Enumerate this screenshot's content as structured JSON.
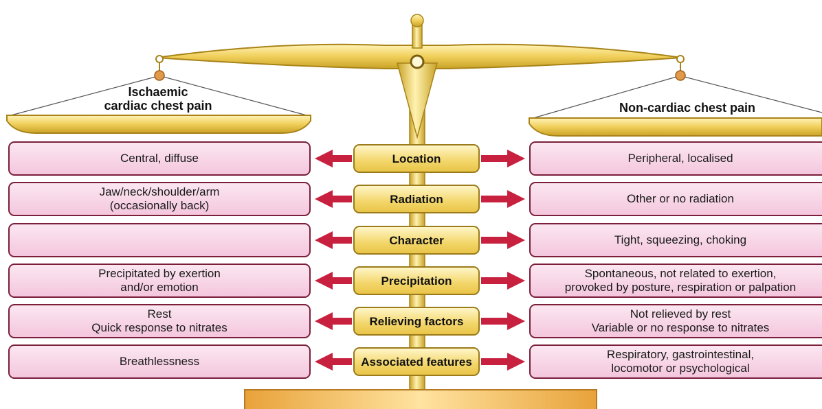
{
  "left_heading": "Ischaemic\ncardiac chest pain",
  "right_heading": "Non-cardiac chest pain",
  "rows": [
    {
      "category": "Location",
      "left": "Central, diffuse",
      "right": "Peripheral, localised"
    },
    {
      "category": "Radiation",
      "left": "Jaw/neck/shoulder/arm\n(occasionally back)",
      "right": "Other or no radiation"
    },
    {
      "category": "Character",
      "left": "",
      "right": "Tight, squeezing, choking"
    },
    {
      "category": "Precipitation",
      "left": "Precipitated by exertion\nand/or emotion",
      "right": "Spontaneous, not related to exertion,\nprovoked by posture, respiration or palpation"
    },
    {
      "category": "Relieving factors",
      "left": "Rest\nQuick response to nitrates",
      "right": "Not relieved by rest\nVariable or no response to nitrates"
    },
    {
      "category": "Associated features",
      "left": "Breathlessness",
      "right": "Respiratory, gastrointestinal,\nlocomotor or psychological"
    }
  ],
  "colors": {
    "gold_light": "#fbe9a0",
    "gold_dark": "#c9a227",
    "arrow": "#c8213f",
    "box_pink": "#f4c6dd",
    "box_border": "#7a1e3a"
  }
}
